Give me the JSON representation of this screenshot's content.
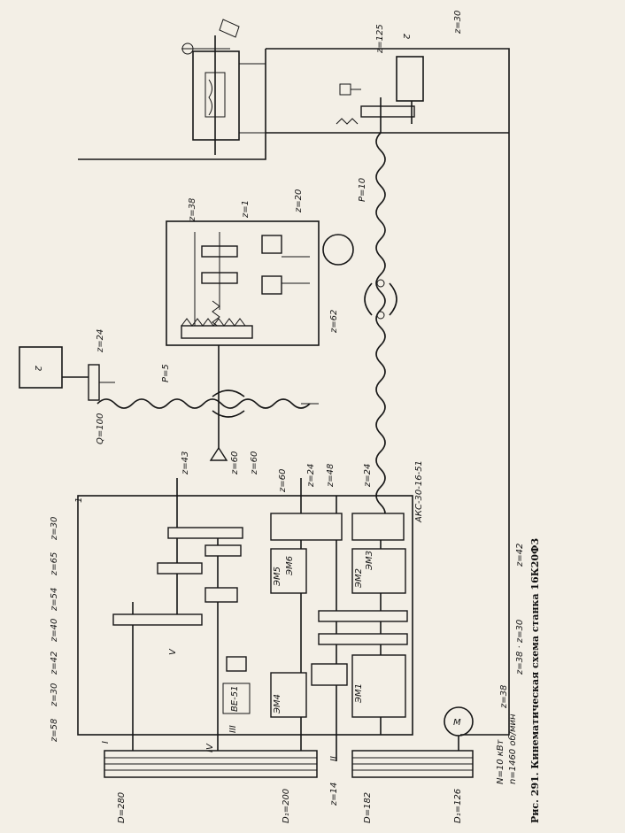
{
  "caption": "Рис. 291. Кинематическая схема станка 16К20Ф3",
  "motor": {
    "symbol": "M",
    "power": "N=10 кВт",
    "speed": "n=1460 об/мин"
  },
  "pulleys": {
    "D280": "D=280",
    "D1_200": "D₁=200",
    "D182": "D=182",
    "D1_126": "D₁=126"
  },
  "gears": {
    "z125": "z=125",
    "z30_top": "z=30",
    "z38_carriage": "z=38",
    "z1": "z=1",
    "z20": "z=20",
    "z62": "z=62",
    "z24_feed": "z=24",
    "z100": "Q=100",
    "z43": "z=43",
    "z60_a": "z=60",
    "z60_b": "z=60",
    "z60_c": "z=60",
    "z24_a": "z=24",
    "z48": "z=48",
    "z24_b": "z=24",
    "z30_box": "z=30",
    "z65": "z=65",
    "z54": "z=54",
    "z40": "z=40",
    "z42_a": "z=42",
    "z30_b": "z=30",
    "z58": "z=58",
    "z42_b": "z=42",
    "z38_30": "z=38 · z=30",
    "z38_b": "z=38",
    "z14": "z=14"
  },
  "screws": {
    "p10": "P=10",
    "p5": "P=5",
    "ball_screw": "АКС-30-16-51"
  },
  "motors_small": {
    "m2_top": "2",
    "m2_left": "2"
  },
  "clutches": [
    "ЭМ1",
    "ЭМ2",
    "ЭМ3",
    "ЭМ4",
    "ЭМ5",
    "ЭМ6"
  ],
  "sensor": "ВЕ-51",
  "shafts": [
    "I",
    "II",
    "III",
    "IV",
    "V"
  ],
  "box_number": "1"
}
